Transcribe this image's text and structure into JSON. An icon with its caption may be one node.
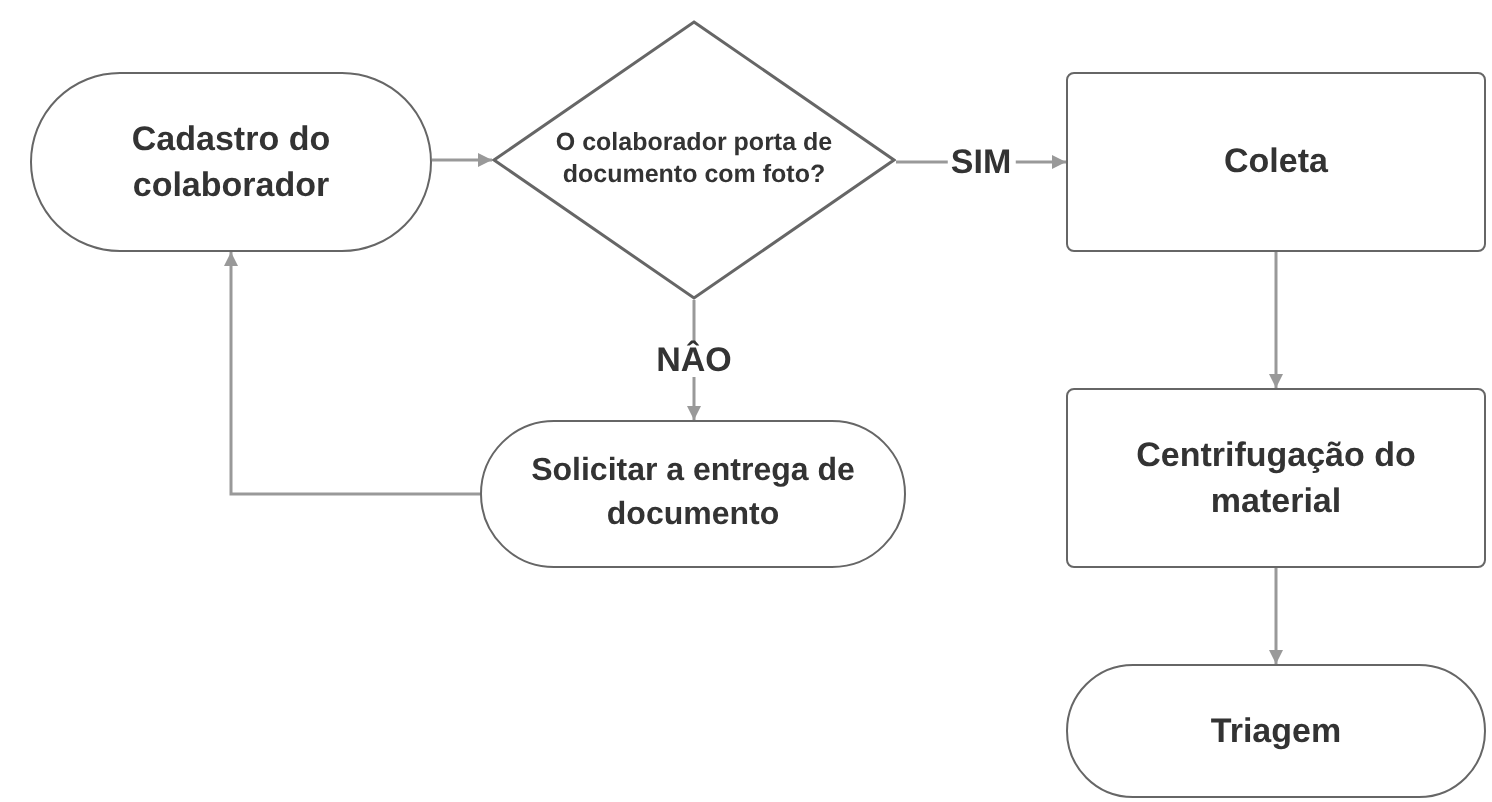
{
  "diagram": {
    "nodes": [
      {
        "text": [
          "Cadastro do colaborador"
        ]
      },
      {
        "text": [
          "O colaborador porta de documento com foto?"
        ]
      },
      {
        "text": [
          "Coleta"
        ]
      },
      {
        "text": [
          "Solicitar a entrega de documento"
        ]
      },
      {
        "text": [
          "Centrifugação do material"
        ]
      },
      {
        "text": [
          "Triagem"
        ]
      }
    ],
    "edges": [
      {
        "from": 0,
        "to": 1,
        "arrow": "to"
      },
      {
        "from": 1,
        "to": 2,
        "arrow": "to",
        "label": "SIM"
      },
      {
        "from": 1,
        "to": 3,
        "arrow": "to",
        "label": "NÂO"
      },
      {
        "from": 3,
        "to": 0,
        "arrow": "to"
      },
      {
        "from": 2,
        "to": 4,
        "arrow": "to"
      },
      {
        "from": 4,
        "to": 5,
        "arrow": "to"
      }
    ]
  }
}
